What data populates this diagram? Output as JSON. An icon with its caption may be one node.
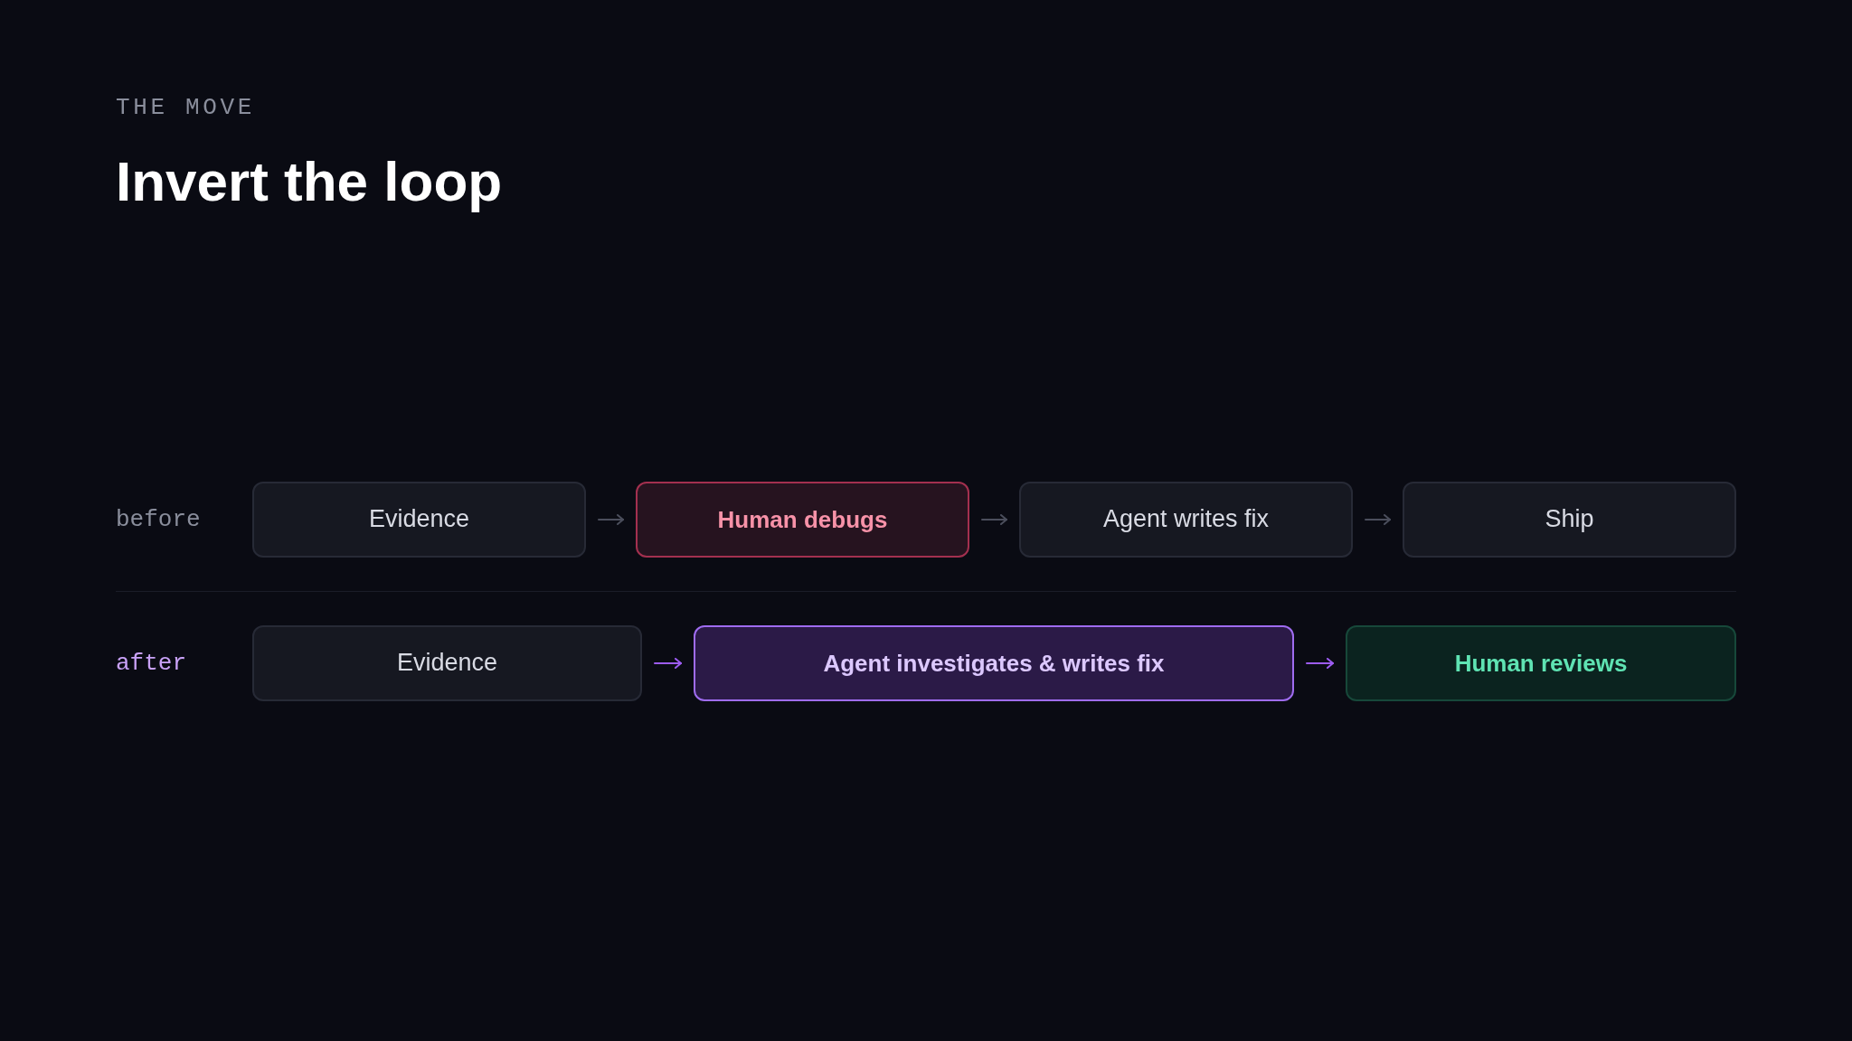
{
  "diagram": {
    "title": "Invert the loop",
    "nodes": [
      {
        "text": [
          "Evidence"
        ]
      },
      {
        "text": [
          "Human debugs"
        ]
      },
      {
        "text": [
          "Agent writes fix"
        ]
      },
      {
        "text": [
          "Ship"
        ]
      },
      {
        "text": [
          "Evidence"
        ]
      },
      {
        "text": [
          "Agent investigates & writes fix"
        ]
      },
      {
        "text": [
          "Human reviews"
        ]
      }
    ],
    "edges": [
      {
        "from": 0,
        "to": 1,
        "arrow": "to"
      },
      {
        "from": 1,
        "to": 2,
        "arrow": "to"
      },
      {
        "from": 2,
        "to": 3,
        "arrow": "to"
      },
      {
        "from": 4,
        "to": 5,
        "arrow": "to",
        "color": "#9d5cf2"
      },
      {
        "from": 5,
        "to": 6,
        "arrow": "to",
        "color": "#9d5cf2"
      }
    ],
    "labels": [
      "THE MOVE",
      "before",
      "after"
    ]
  }
}
